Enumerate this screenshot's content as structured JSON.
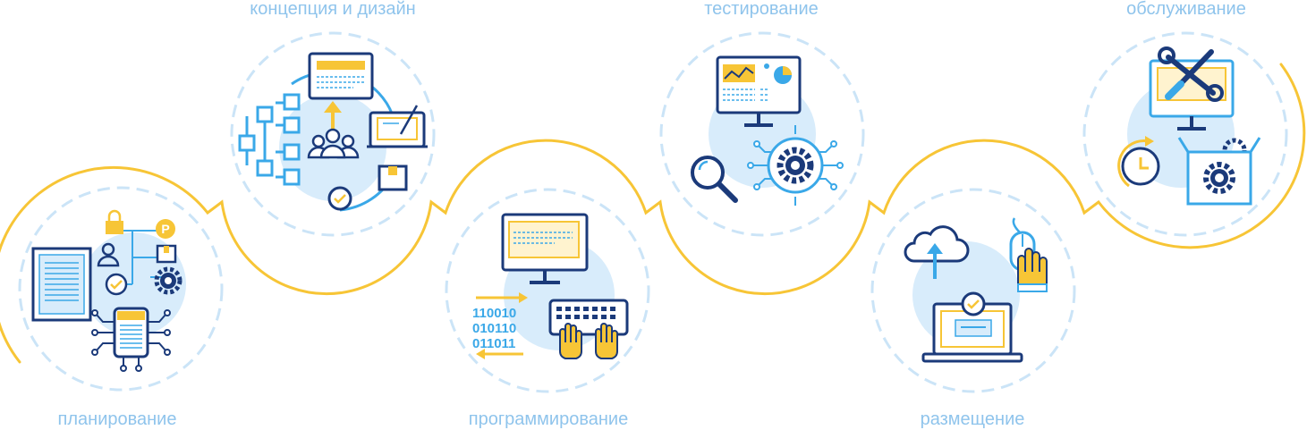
{
  "colors": {
    "navy": "#1b3a7a",
    "yellow": "#f7c536",
    "lightBlue": "#d8ecfb",
    "midBlue": "#3aa8e8",
    "label": "#8fc4ec"
  },
  "stages": [
    {
      "label": "планирование"
    },
    {
      "label": "концепция и дизайн"
    },
    {
      "label": "программирование"
    },
    {
      "label": "тестирование"
    },
    {
      "label": "размещение"
    },
    {
      "label": "обслуживание"
    }
  ],
  "binary": [
    "110010",
    "010110",
    "011011"
  ]
}
